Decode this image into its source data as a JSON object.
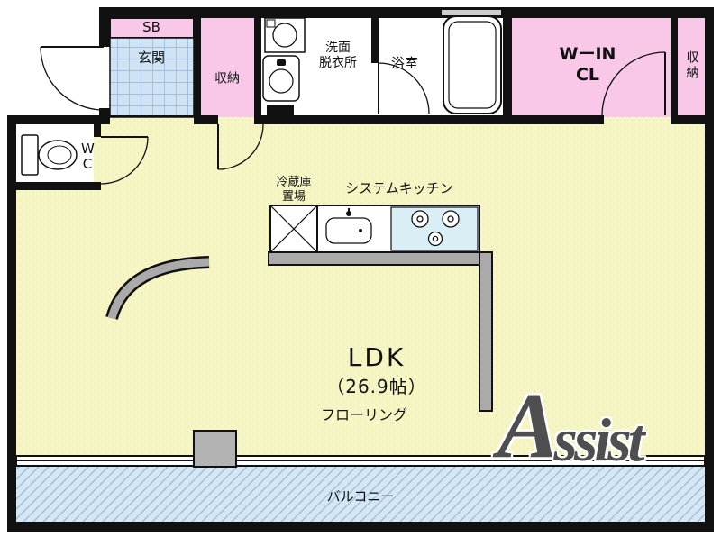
{
  "rooms": {
    "sb": "SB",
    "genkan": "玄関",
    "closet_hall": "収納",
    "washroom": [
      "洗面",
      "脱衣所"
    ],
    "bathroom": "浴室",
    "walk_in_closet": [
      "WーIN",
      "CL"
    ],
    "closet_right": "収納",
    "toilet": "WC",
    "fridge_space": [
      "冷蔵庫",
      "置場"
    ],
    "kitchen": "システムキッチン",
    "ldk": "LDK",
    "ldk_size": "（26.9帖）",
    "flooring": "フローリング",
    "balcony": "バルコニー"
  },
  "watermark": {
    "text": "Assist",
    "first": "A",
    "rest": "ssist"
  },
  "colors": {
    "room_yellow": "#f6f6c5",
    "closet_pink": "#f9c7e8",
    "tile_blue": "#cfe3f4",
    "balcony_blue": "#d6e7f4",
    "stove_blue": "#d9eef5",
    "wall_black": "#111111",
    "partition_gray": "#aaaaaa",
    "watermark_gray": "#4f4f4f"
  },
  "icons": [
    "entrance-door-arc",
    "hall-closet-door-arc",
    "bathroom-door-arc",
    "wicl-door-arc",
    "wc-door-arc",
    "washing-machine-icon",
    "vanity-sink-icon",
    "bathtub-icon",
    "toilet-icon",
    "kitchen-sink-icon",
    "stove-icon",
    "fridge-space-mark",
    "balcony-window",
    "curved-partition"
  ]
}
